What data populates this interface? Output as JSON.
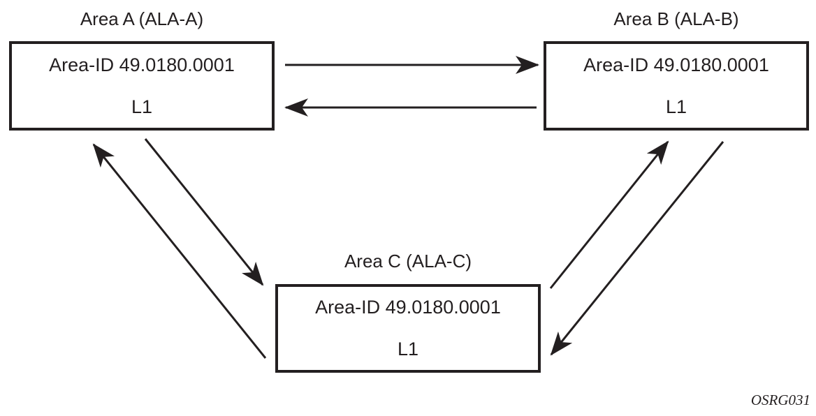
{
  "figure": {
    "code": "OSRG031"
  },
  "colors": {
    "stroke": "#231f20",
    "background": "#ffffff"
  },
  "nodes": [
    {
      "id": "A",
      "title": "Area A (ALA-A)",
      "area_id": "Area-ID 49.0180.0001",
      "level": "L1"
    },
    {
      "id": "B",
      "title": "Area B (ALA-B)",
      "area_id": "Area-ID 49.0180.0001",
      "level": "L1"
    },
    {
      "id": "C",
      "title": "Area C (ALA-C)",
      "area_id": "Area-ID 49.0180.0001",
      "level": "L1"
    }
  ],
  "edges": [
    {
      "from": "Area A",
      "to": "Area B",
      "direction": "forward"
    },
    {
      "from": "Area B",
      "to": "Area A",
      "direction": "forward"
    },
    {
      "from": "Area A",
      "to": "Area C",
      "direction": "forward"
    },
    {
      "from": "Area C",
      "to": "Area A",
      "direction": "forward"
    },
    {
      "from": "Area C",
      "to": "Area B",
      "direction": "forward"
    },
    {
      "from": "Area B",
      "to": "Area C",
      "direction": "forward"
    }
  ]
}
